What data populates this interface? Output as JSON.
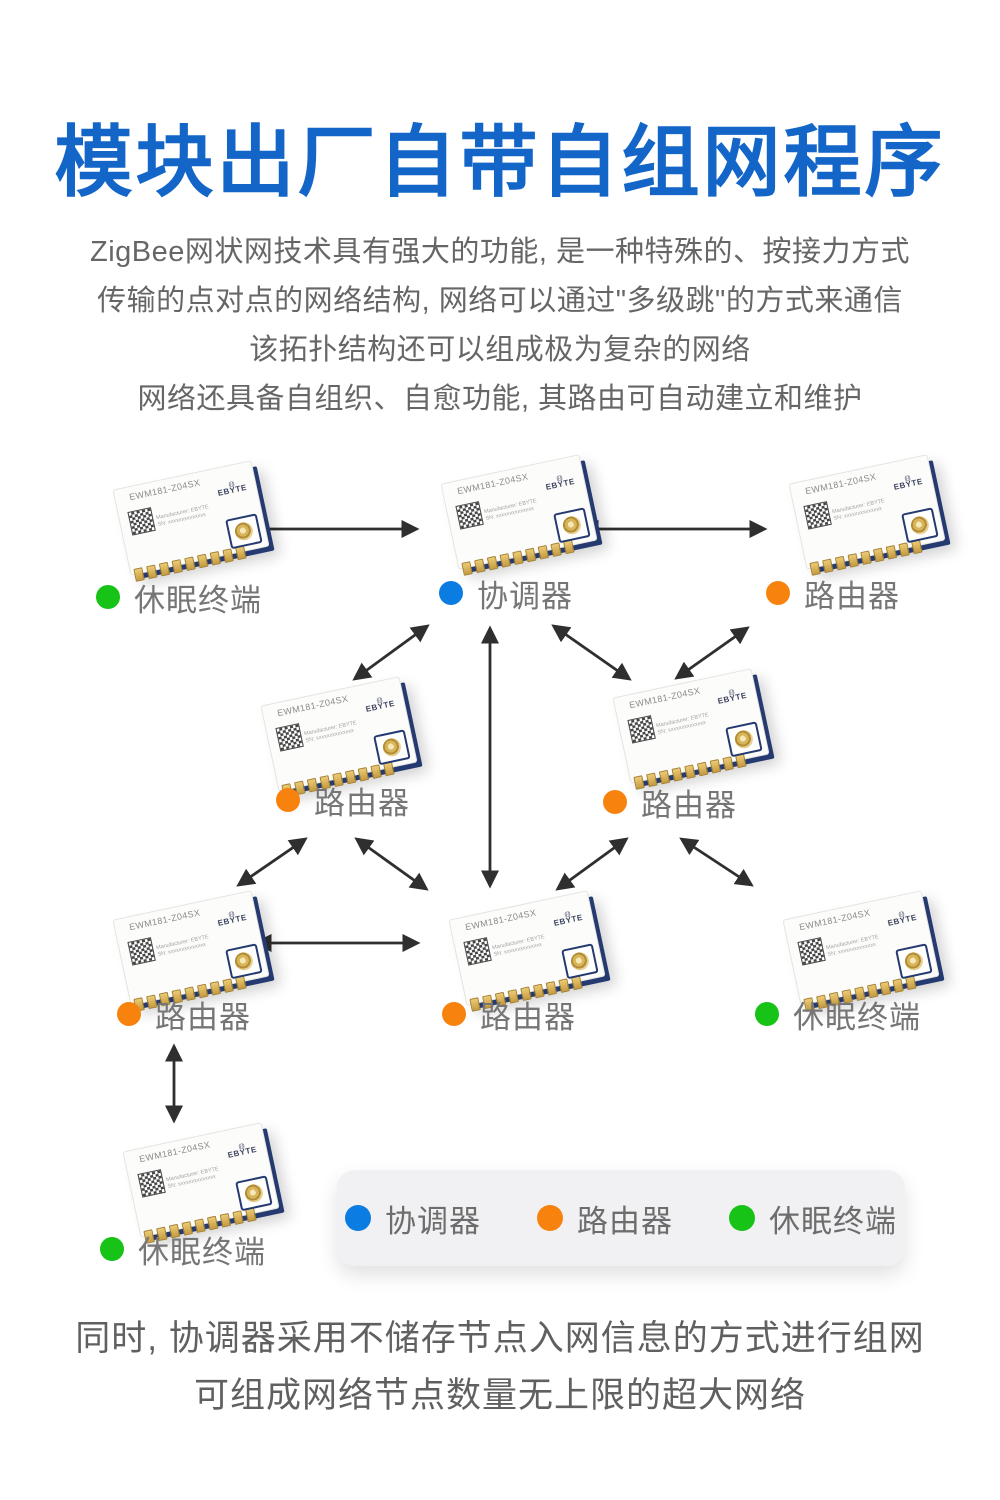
{
  "page": {
    "title": "模块出厂自带自组网程序",
    "intro_lines": [
      "ZigBee网状网技术具有强大的功能, 是一种特殊的、按接力方式",
      "传输的点对点的网络结构, 网络可以通过\"多级跳\"的方式来通信",
      "该拓扑结构还可以组成极为复杂的网络",
      "网络还具备自组织、自愈功能, 其路由可自动建立和维护"
    ],
    "footer_lines": [
      "同时, 协调器采用不储存节点入网信息的方式进行组网",
      "可组成网络节点数量无上限的超大网络"
    ]
  },
  "colors": {
    "title_blue": "#1365c8",
    "coordinator_blue": "#0b7ce2",
    "router_orange": "#f8820e",
    "sleep_green": "#16c316",
    "arrow_dark": "#2f2f2f",
    "pcb_navy": "#243a70"
  },
  "module": {
    "model": "EWM181-Z04SX",
    "brand": "EBYTE",
    "brand_mark": "((·))",
    "mfr_line": "Manufacturer: EBYTE",
    "sn_line": "SN: xxxxxxxxxxxxxx"
  },
  "diagram": {
    "nodes": [
      {
        "id": "top-left",
        "role": "sleep-terminal",
        "label": "休眠终端",
        "color": "#16c316"
      },
      {
        "id": "top-center",
        "role": "coordinator",
        "label": "协调器",
        "color": "#0b7ce2"
      },
      {
        "id": "top-right",
        "role": "router",
        "label": "路由器",
        "color": "#f8820e"
      },
      {
        "id": "mid-left",
        "role": "router",
        "label": "路由器",
        "color": "#f8820e"
      },
      {
        "id": "mid-right",
        "role": "router",
        "label": "路由器",
        "color": "#f8820e"
      },
      {
        "id": "bottom-left",
        "role": "router",
        "label": "路由器",
        "color": "#f8820e"
      },
      {
        "id": "bottom-center",
        "role": "router",
        "label": "路由器",
        "color": "#f8820e"
      },
      {
        "id": "bottom-right",
        "role": "sleep-terminal",
        "label": "休眠终端",
        "color": "#16c316"
      },
      {
        "id": "bottom-far-left",
        "role": "sleep-terminal",
        "label": "休眠终端",
        "color": "#16c316"
      }
    ],
    "links": [
      {
        "from": "top-left",
        "to": "top-center"
      },
      {
        "from": "top-center",
        "to": "top-right"
      },
      {
        "from": "top-center",
        "to": "mid-left"
      },
      {
        "from": "top-center",
        "to": "bottom-center"
      },
      {
        "from": "top-center",
        "to": "mid-right"
      },
      {
        "from": "top-right",
        "to": "mid-right"
      },
      {
        "from": "mid-left",
        "to": "bottom-left"
      },
      {
        "from": "mid-left",
        "to": "bottom-center"
      },
      {
        "from": "mid-right",
        "to": "bottom-center"
      },
      {
        "from": "mid-right",
        "to": "bottom-right"
      },
      {
        "from": "bottom-left",
        "to": "bottom-center"
      },
      {
        "from": "bottom-left",
        "to": "bottom-far-left"
      }
    ]
  },
  "legend": {
    "items": [
      {
        "label": "协调器",
        "color": "#0b7ce2"
      },
      {
        "label": "路由器",
        "color": "#f8820e"
      },
      {
        "label": "休眠终端",
        "color": "#16c316"
      }
    ]
  }
}
